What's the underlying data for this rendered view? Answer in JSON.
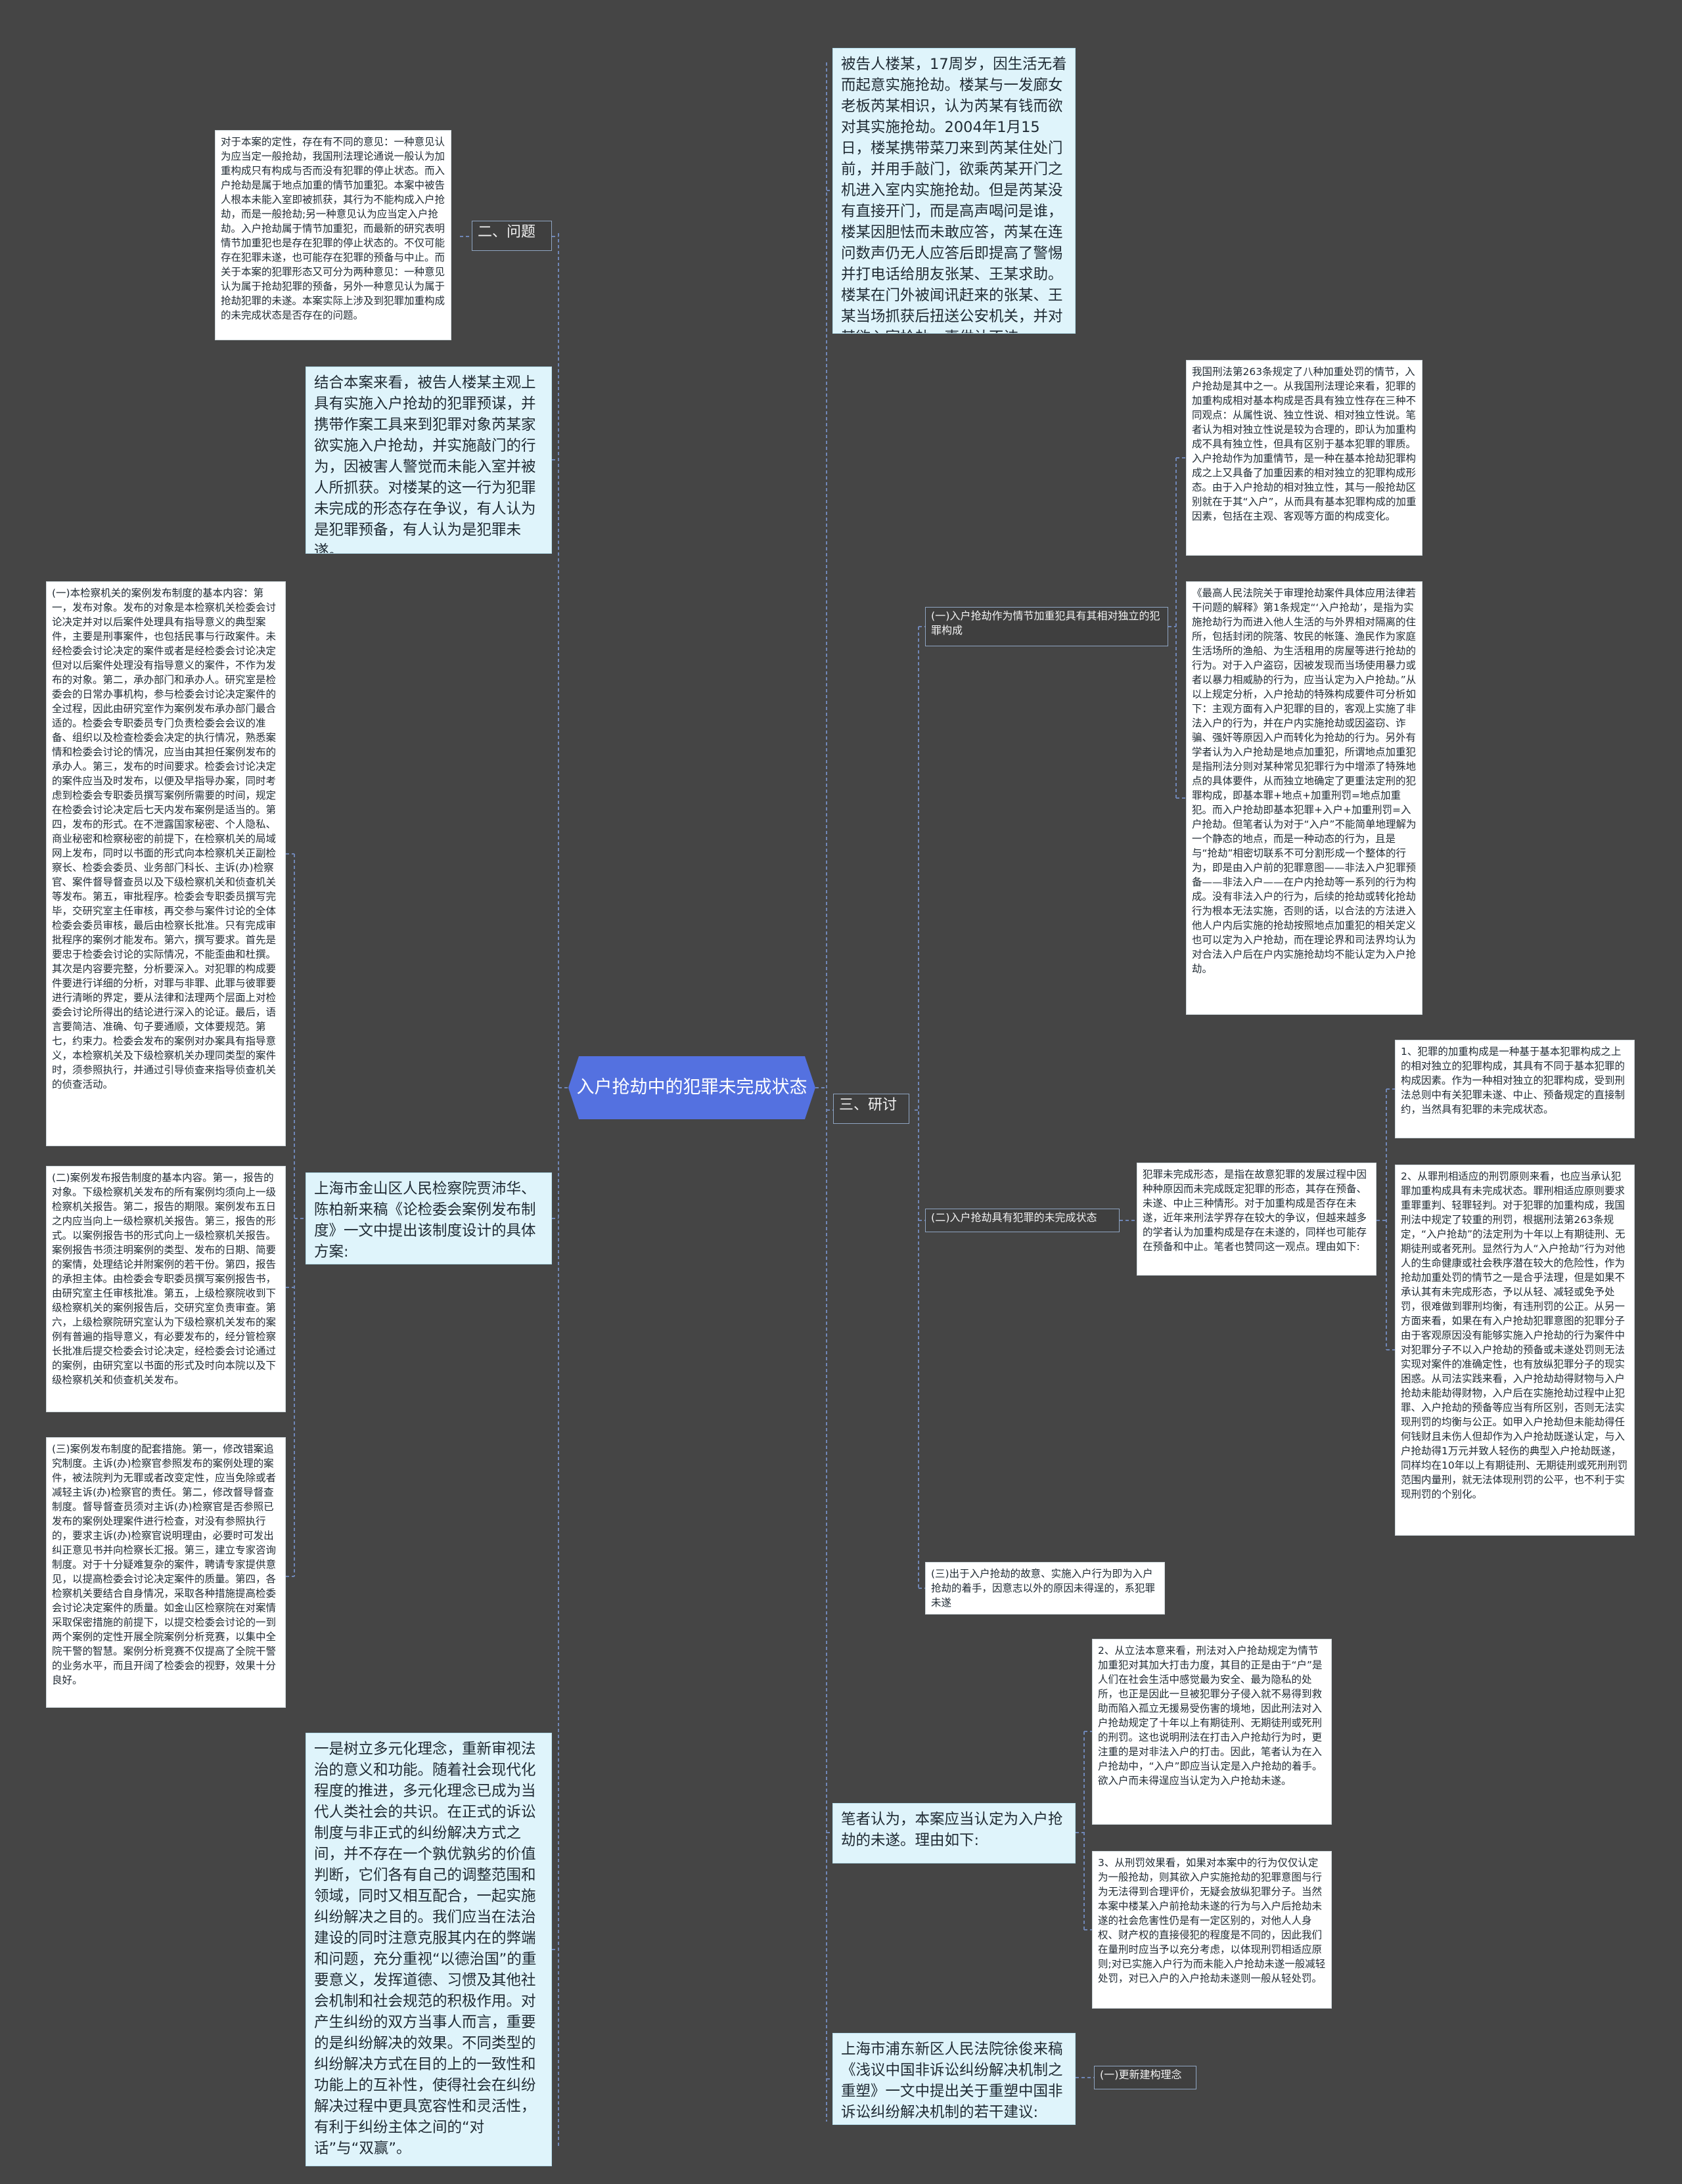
{
  "root": "入户抢劫中的犯罪未完成状态",
  "left": {
    "problem": "二、问题",
    "problem_note": "对于本案的定性，存在有不同的意见：一种意见认为应当定一般抢劫，我国刑法理论通说一般认为加重构成只有构成与否而没有犯罪的停止状态。而入户抢劫是属于地点加重的情节加重犯。本案中被告人根本未能入室即被抓获，其行为不能构成入户抢劫，而是一般抢劫;另一种意见认为应当定入户抢劫。入户抢劫属于情节加重犯，而最新的研究表明情节加重犯也是存在犯罪的停止状态的。不仅可能存在犯罪未遂，也可能存在犯罪的预备与中止。而关于本案的犯罪形态又可分为两种意见：一种意见认为属于抢劫犯罪的预备，另外一种意见认为属于抢劫犯罪的未遂。本案实际上涉及到犯罪加重构成的未完成状态是否存在的问题。",
    "case_summary": "结合本案来看，被告人楼某主观上具有实施入户抢劫的犯罪预谋，并携带作案工具来到犯罪对象芮某家欲实施入户抢劫，并实施敲门的行为，因被害人警觉而未能入室并被人所抓获。对楼某的这一行为犯罪未完成的形态存在争议，有人认为是犯罪预备，有人认为是犯罪未遂。",
    "jinshan": "上海市金山区人民检察院贾沛华、陈柏新来稿《论检委会案例发布制度》一文中提出该制度设计的具体方案:",
    "jinshan_note1": "(一)本检察机关的案例发布制度的基本内容：第一，发布对象。发布的对象是本检察机关检委会讨论决定并对以后案件处理具有指导意义的典型案件，主要是刑事案件，也包括民事与行政案件。未经检委会讨论决定的案件或者是经检委会讨论决定但对以后案件处理没有指导意义的案件，不作为发布的对象。第二，承办部门和承办人。研究室是检委会的日常办事机构，参与检委会讨论决定案件的全过程，因此由研究室作为案例发布承办部门最合适的。检委会专职委员专门负责检委会会议的准备、组织以及检查检委会决定的执行情况，熟悉案情和检委会讨论的情况，应当由其担任案例发布的承办人。第三，发布的时间要求。检委会讨论决定的案件应当及时发布，以便及早指导办案，同时考虑到检委会专职委员撰写案例所需要的时间，规定在检委会讨论决定后七天内发布案例是适当的。第四，发布的形式。在不泄露国家秘密、个人隐私、商业秘密和检察秘密的前提下，在检察机关的局域网上发布，同时以书面的形式向本检察机关正副检察长、检委会委员、业务部门科长、主诉(办)检察官、案件督导督查员以及下级检察机关和侦查机关等发布。第五，审批程序。检委会专职委员撰写完毕，交研究室主任审核，再交参与案件讨论的全体检委会委员审核，最后由检察长批准。只有完成审批程序的案例才能发布。第六，撰写要求。首先是要忠于检委会讨论的实际情况，不能歪曲和杜撰。其次是内容要完整，分析要深入。对犯罪的构成要件要进行详细的分析，对罪与非罪、此罪与彼罪要进行清晰的界定，要从法律和法理两个层面上对检委会讨论所得出的结论进行深入的论证。最后，语言要简洁、准确、句子要通顺，文体要规范。第七，约束力。检委会发布的案例对办案具有指导意义，本检察机关及下级检察机关办理同类型的案件时，须参照执行，并通过引导侦查来指导侦查机关的侦查活动。",
    "jinshan_note2": "(二)案例发布报告制度的基本内容。第一，报告的对象。下级检察机关发布的所有案例均须向上一级检察机关报告。第二，报告的期限。案例发布五日之内应当向上一级检察机关报告。第三，报告的形式。以案例报告书的形式向上一级检察机关报告。案例报告书须注明案例的类型、发布的日期、简要的案情，处理结论并附案例的若干份。第四，报告的承担主体。由检委会专职委员撰写案例报告书，由研究室主任审核批准。第五，上级检察院收到下级检察机关的案例报告后，交研究室负责审查。第六，上级检察院研究室认为下级检察机关发布的案例有普遍的指导意义，有必要发布的，经分管检察长批准后提交检委会讨论决定，经检委会讨论通过的案例，由研究室以书面的形式及时向本院以及下级检察机关和侦查机关发布。",
    "jinshan_note3": "(三)案例发布制度的配套措施。第一，修改错案追究制度。主诉(办)检察官参照发布的案例处理的案件，被法院判为无罪或者改变定性，应当免除或者减轻主诉(办)检察官的责任。第二，修改督导督查制度。督导督查员须对主诉(办)检察官是否参照已发布的案例处理案件进行检查，对没有参照执行的，要求主诉(办)检察官说明理由，必要时可发出纠正意见书并向检察长汇报。第三，建立专家咨询制度。对于十分疑难复杂的案件，聘请专家提供意见，以提高检委会讨论决定案件的质量。第四，各检察机关要结合自身情况，采取各种措施提高检委会讨论决定案件的质量。如金山区检察院在对案情采取保密措施的前提下，以提交检委会讨论的一到两个案例的定性开展全院案例分析竞赛，以集中全院干警的智慧。案例分析竞赛不仅提高了全院干警的业务水平，而且开阔了检委会的视野，效果十分良好。",
    "pluralism": "一是树立多元化理念，重新审视法治的意义和功能。随着社会现代化程度的推进，多元化理念已成为当代人类社会的共识。在正式的诉讼制度与非正式的纠纷解决方式之间，并不存在一个孰优孰劣的价值判断，它们各有自己的调整范围和领域，同时又相互配合，一起实施纠纷解决之目的。我们应当在法治建设的同时注意克服其内在的弊端和问题，充分重视“以德治国”的重要意义，发挥道德、习惯及其他社会机制和社会规范的积极作用。对产生纠纷的双方当事人而言，重要的是纠纷解决的效果。不同类型的纠纷解决方式在目的上的一致性和功能上的互补性，使得社会在纠纷解决过程中更具宽容性和灵活性，有利于纠纷主体之间的“对话”与“双赢”。"
  },
  "right": {
    "case_facts": "被告人楼某，17周岁，因生活无着而起意实施抢劫。楼某与一发廊女老板芮某相识，认为芮某有钱而欲对其实施抢劫。2004年1月15日，楼某携带菜刀来到芮某住处门前，并用手敲门，欲乘芮某开门之机进入室内实施抢劫。但是芮某没有直接开门，而是高声喝问是谁，楼某因胆怯而未敢应答，芮某在连问数声仍无人应答后即提高了警惕并打电话给朋友张某、王某求助。楼某在门外被闻讯赶来的张某、王某当场抓获后扭送公安机关，并对其欲入室抢劫一事供认不讳。",
    "research": "三、研讨",
    "r1_label": "(一)入户抢劫作为情节加重犯具有其相对独立的犯罪构成",
    "r1_note_a": "我国刑法第263条规定了八种加重处罚的情节，入户抢劫是其中之一。从我国刑法理论来看，犯罪的加重构成相对基本构成是否具有独立性存在三种不同观点：从属性说、独立性说、相对独立性说。笔者认为相对独立性说是较为合理的，即认为加重构成不具有独立性，但具有区别于基本犯罪的罪质。入户抢劫作为加重情节，是一种在基本抢劫犯罪构成之上又具备了加重因素的相对独立的犯罪构成形态。由于入户抢劫的相对独立性，其与一般抢劫区别就在于其“入户”，从而具有基本犯罪构成的加重因素，包括在主观、客观等方面的构成变化。",
    "r1_note_b": "《最高人民法院关于审理抢劫案件具体应用法律若干问题的解释》第1条规定“‘入户抢劫’，是指为实施抢劫行为而进入他人生活的与外界相对隔离的住所，包括封闭的院落、牧民的帐篷、渔民作为家庭生活场所的渔船、为生活租用的房屋等进行抢劫的行为。对于入户盗窃，因被发现而当场使用暴力或者以暴力相威胁的行为，应当认定为入户抢劫。”从以上规定分析，入户抢劫的特殊构成要件可分析如下：主观方面有入户犯罪的目的，客观上实施了非法入户的行为，并在户内实施抢劫或因盗窃、诈骗、强奸等原因入户而转化为抢劫的行为。另外有学者认为入户抢劫是地点加重犯，所谓地点加重犯是指刑法分则对某种常见犯罪行为中增添了特殊地点的具体要件，从而独立地确定了更重法定刑的犯罪构成，即基本罪+地点+加重刑罚=地点加重犯。而入户抢劫即基本犯罪+入户+加重刑罚=入户抢劫。但笔者认为对于“入户”不能简单地理解为一个静态的地点，而是一种动态的行为，且是与“抢劫”相密切联系不可分割形成一个整体的行为，即是由入户前的犯罪意图——非法入户犯罪预备——非法入户——在户内抢劫等一系列的行为构成。没有非法入户的行为，后续的抢劫或转化抢劫行为根本无法实施，否则的话，以合法的方法进入他人户内后实施的抢劫按照地点加重犯的相关定义也可以定为入户抢劫，而在理论界和司法界均认为对合法入户后在户内实施抢劫均不能认定为入户抢劫。",
    "r2_label": "(二)入户抢劫具有犯罪的未完成状态",
    "r2_note": "犯罪未完成形态，是指在故意犯罪的发展过程中因种种原因而未完成既定犯罪的形态，其存在预备、未遂、中止三种情形。对于加重构成是否存在未遂，近年来刑法学界存在较大的争议，但越来越多的学者认为加重构成是存在未遂的，同样也可能存在预备和中止。笔者也赞同这一观点。理由如下:",
    "r2_point1": "1、犯罪的加重构成是一种基于基本犯罪构成之上的相对独立的犯罪构成，其具有不同于基本犯罪的构成因素。作为一种相对独立的犯罪构成，受到刑法总则中有关犯罪未遂、中止、预备规定的直接制约，当然具有犯罪的未完成状态。",
    "r2_point2": "2、从罪刑相适应的刑罚原则来看，也应当承认犯罪加重构成具有未完成状态。罪刑相适应原则要求重罪重判、轻罪轻判。对于犯罪的加重构成，我国刑法中规定了较重的刑罚，根据刑法第263条规定，“入户抢劫”的法定刑为十年以上有期徒刑、无期徒刑或者死刑。显然行为人“入户抢劫”行为对他人的生命健康或社会秩序潜在较大的危险性，作为抢劫加重处罚的情节之一是合乎法理，但是如果不承认其有未完成形态，予以从轻、减轻或免予处罚，很难做到罪刑均衡，有违刑罚的公正。从另一方面来看，如果在有入户抢劫犯罪意图的犯罪分子由于客观原因没有能够实施入户抢劫的行为案件中对犯罪分子不以入户抢劫的预备或未遂处罚则无法实现对案件的准确定性，也有放纵犯罪分子的现实困惑。从司法实践来看，入户抢劫劫得财物与入户抢劫未能劫得财物，入户后在实施抢劫过程中止犯罪、入户抢劫的预备等应当有所区别，否则无法实现刑罚的均衡与公正。如甲入户抢劫但未能劫得任何钱财且未伤人但却作为入户抢劫既遂认定，与入户抢劫得1万元并致人轻伤的典型入户抢劫既遂，同样均在10年以上有期徒刑、无期徒刑或死刑刑罚范围内量刑，就无法体现刑罚的公平，也不利于实现刑罚的个别化。",
    "r3_label": "(三)出于入户抢劫的故意、实施入户行为即为入户抢劫的着手，因意志以外的原因未得逞的，系犯罪未遂",
    "opinion": "笔者认为，本案应当认定为入户抢劫的未遂。理由如下:",
    "op_point2": "2、从立法本意来看，刑法对入户抢劫规定为情节加重犯对其加大打击力度，其目的正是由于“户”是人们在社会生活中感觉最为安全、最为隐私的处所，也正是因此一旦被犯罪分子侵入就不易得到救助而陷入孤立无援易受伤害的境地，因此刑法对入户抢劫规定了十年以上有期徒刑、无期徒刑或死刑的刑罚。这也说明刑法在打击入户抢劫行为时，更注重的是对非法入户的打击。因此，笔者认为在入户抢劫中，“入户”即应当认定是入户抢劫的着手。欲入户而未得逞应当认定为入户抢劫未遂。",
    "op_point3": "3、从刑罚效果看，如果对本案中的行为仅仅认定为一般抢劫，则其欲入户实施抢劫的犯罪意图与行为无法得到合理评价，无疑会放纵犯罪分子。当然本案中楼某入户前抢劫未遂的行为与入户后抢劫未遂的社会危害性仍是有一定区别的，对他人人身权、财产权的直接侵犯的程度是不同的，因此我们在量刑时应当予以充分考虑，以体现刑罚相适应原则;对已实施入户行为而未能入户抢劫未遂一般减轻处罚，对已入户的入户抢劫未遂则一般从轻处罚。",
    "pudong": "上海市浦东新区人民法院徐俊来稿《浅议中国非诉讼纠纷解决机制之重塑》一文中提出关于重塑中国非诉讼纠纷解决机制的若干建议:",
    "pudong_child": "(一)更新建构理念"
  },
  "colors": {
    "background": "#454545",
    "root": "#5471e0",
    "note": "#ffffff",
    "highlight": "#dff4fb",
    "connector": "#6f86b6"
  }
}
